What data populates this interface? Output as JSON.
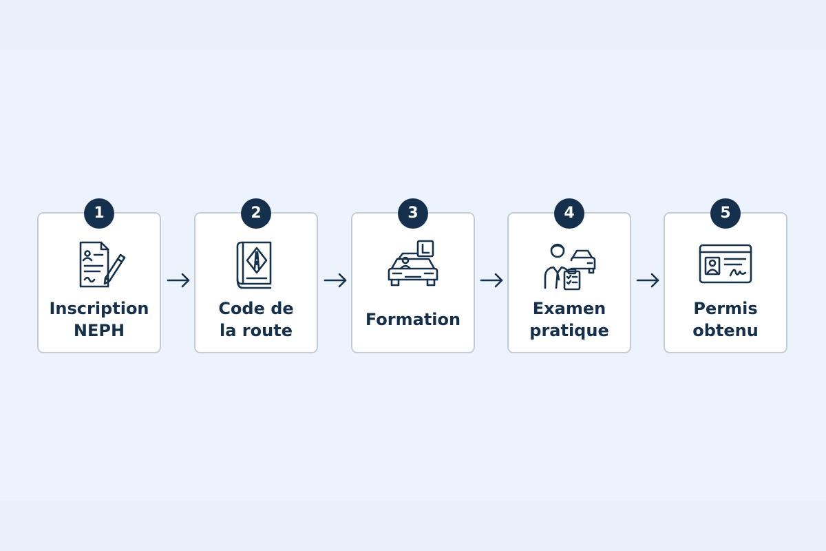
{
  "diagram": {
    "accent_color": "#14304d",
    "border_color": "#c3ccd6",
    "background_color": "#ecf3fd",
    "steps": [
      {
        "number": "1",
        "line1": "Inscription",
        "line2": "NEPH",
        "icon": "document-pen-icon"
      },
      {
        "number": "2",
        "line1": "Code de",
        "line2": "la route",
        "icon": "road-book-icon"
      },
      {
        "number": "3",
        "line1": "Formation",
        "line2": "",
        "icon": "learner-car-icon"
      },
      {
        "number": "4",
        "line1": "Examen",
        "line2": "pratique",
        "icon": "examiner-car-icon"
      },
      {
        "number": "5",
        "line1": "Permis",
        "line2": "obtenu",
        "icon": "license-card-icon"
      }
    ]
  }
}
